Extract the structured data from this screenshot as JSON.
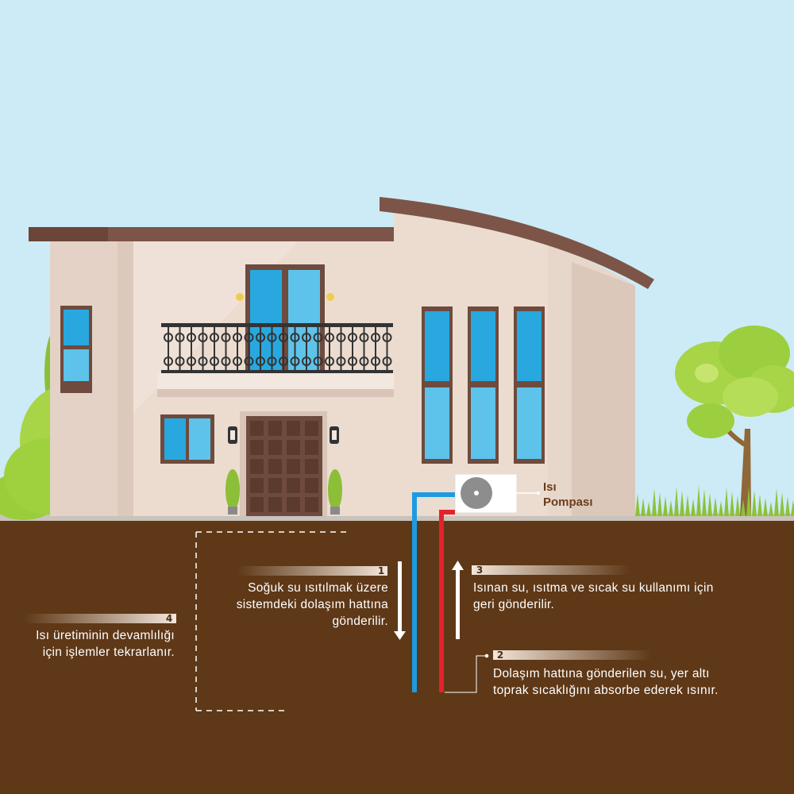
{
  "heat_pump": {
    "label_line1": "Isı",
    "label_line2": "Pompası"
  },
  "steps": [
    {
      "number": "1",
      "lines": [
        "Soğuk su ısıtılmak üzere",
        "sistemdeki dolaşım hattına",
        "gönderilir."
      ]
    },
    {
      "number": "2",
      "lines": [
        "Dolaşım hattına gönderilen su, yer altı",
        "toprak sıcaklığını absorbe ederek ısınır."
      ]
    },
    {
      "number": "3",
      "lines": [
        "Isınan su, ısıtma ve sıcak su kullanımı için",
        "geri gönderilir."
      ]
    },
    {
      "number": "4",
      "lines": [
        "Isı üretiminin devamlılığı",
        "için işlemler tekrarlanır."
      ]
    }
  ],
  "colors": {
    "sky": "#ccebf6",
    "soil": "#5e3817",
    "cold_pipe": "#1e9be0",
    "hot_pipe": "#e4222d",
    "wall": "#ecdcd0",
    "roof": "#7c5548"
  },
  "icons": [
    "fan-icon",
    "arrow-down-icon",
    "arrow-up-icon"
  ]
}
